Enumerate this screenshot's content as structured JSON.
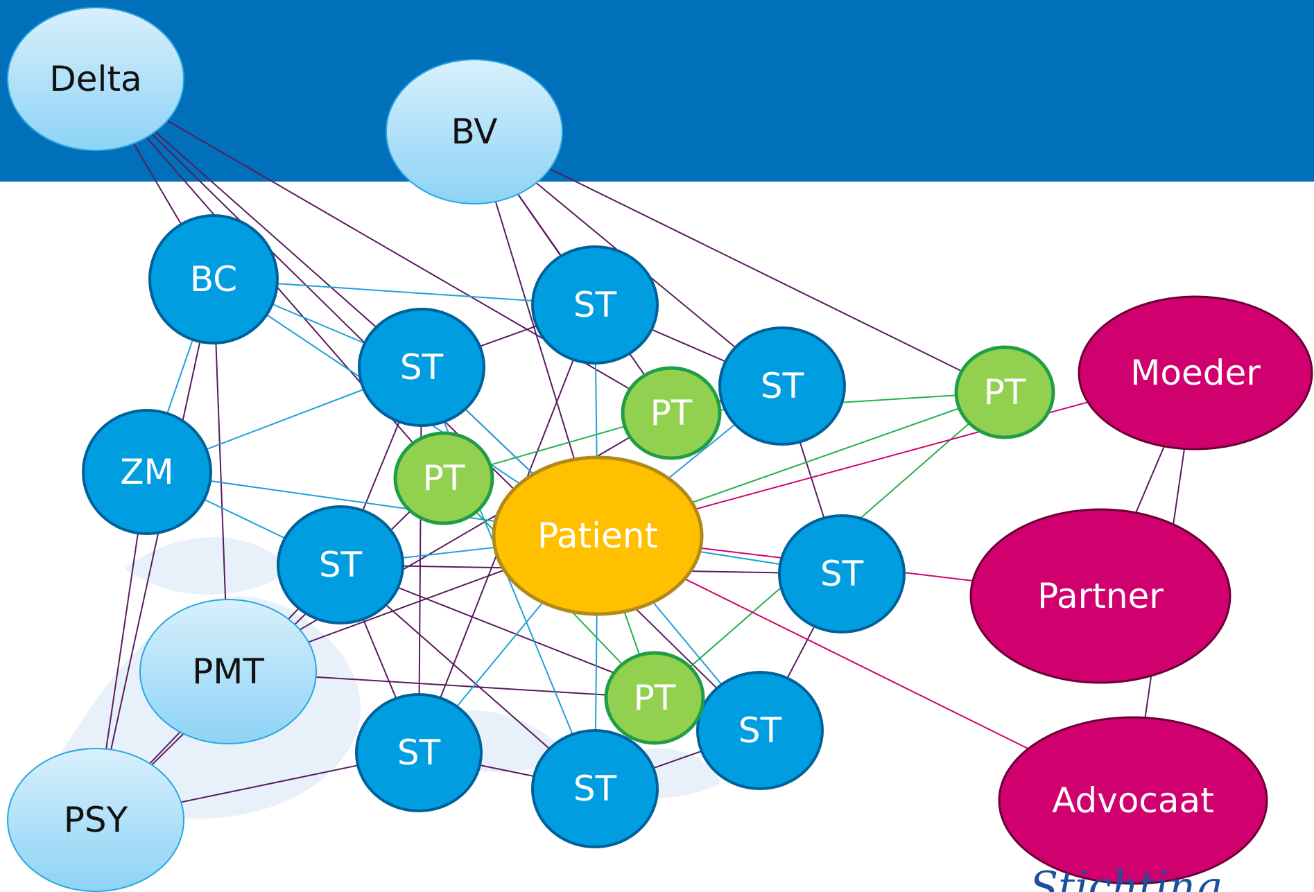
{
  "colors": {
    "header_band": "#0070ba",
    "light_blue_node": "#8dd3f6",
    "blue_node": "#009ee0",
    "green_node": "#92d050",
    "patient_node": "#ffc000",
    "magenta_node": "#d0006f",
    "edge_purple": "#5a1a5e",
    "edge_blue": "#1fa0d8",
    "edge_green": "#22b04b",
    "edge_magenta": "#d0006f"
  },
  "nodes": [
    {
      "id": "delta",
      "label": "Delta",
      "kind": "light"
    },
    {
      "id": "bv",
      "label": "BV",
      "kind": "light"
    },
    {
      "id": "bc",
      "label": "BC",
      "kind": "blue"
    },
    {
      "id": "zm",
      "label": "ZM",
      "kind": "blue"
    },
    {
      "id": "pmt",
      "label": "PMT",
      "kind": "light"
    },
    {
      "id": "psy",
      "label": "PSY",
      "kind": "light"
    },
    {
      "id": "st1",
      "label": "ST",
      "kind": "blue"
    },
    {
      "id": "st2",
      "label": "ST",
      "kind": "blue"
    },
    {
      "id": "st3",
      "label": "ST",
      "kind": "blue"
    },
    {
      "id": "st4",
      "label": "ST",
      "kind": "blue"
    },
    {
      "id": "st5",
      "label": "ST",
      "kind": "blue"
    },
    {
      "id": "st6",
      "label": "ST",
      "kind": "blue"
    },
    {
      "id": "st7",
      "label": "ST",
      "kind": "blue"
    },
    {
      "id": "st8",
      "label": "ST",
      "kind": "blue"
    },
    {
      "id": "pt1",
      "label": "PT",
      "kind": "green"
    },
    {
      "id": "pt2",
      "label": "PT",
      "kind": "green"
    },
    {
      "id": "pt3",
      "label": "PT",
      "kind": "green"
    },
    {
      "id": "pt4",
      "label": "PT",
      "kind": "green"
    },
    {
      "id": "patient",
      "label": "Patient",
      "kind": "patient"
    },
    {
      "id": "moeder",
      "label": "Moeder",
      "kind": "magenta"
    },
    {
      "id": "partner",
      "label": "Partner",
      "kind": "magenta"
    },
    {
      "id": "advocaat",
      "label": "Advocaat",
      "kind": "magenta"
    }
  ],
  "signature": {
    "text": "Stichting",
    "visible_fragment": "Stichting"
  }
}
